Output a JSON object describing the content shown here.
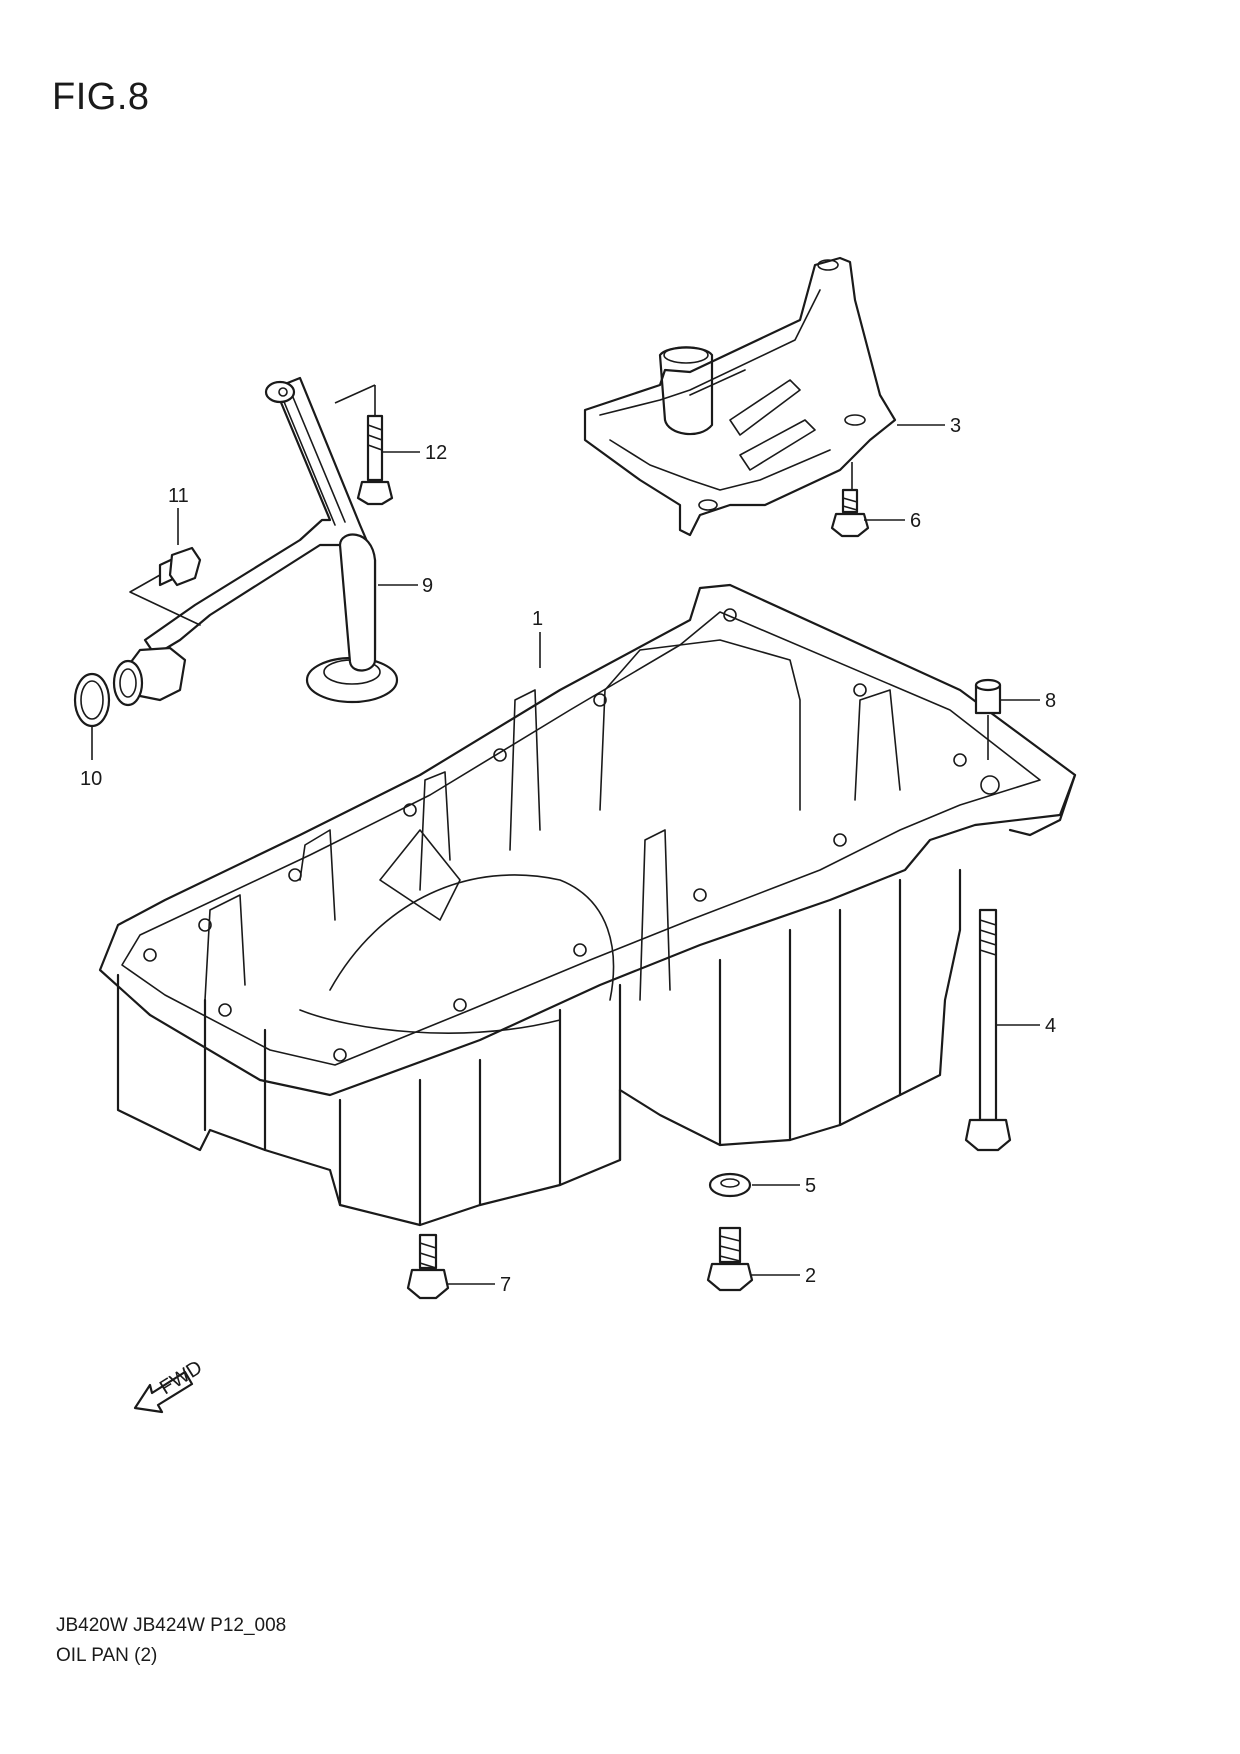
{
  "figure": {
    "title": "FIG.8"
  },
  "footer": {
    "code": "JB420W JB424W P12_008",
    "name": "OIL PAN (2)"
  },
  "callouts": [
    "1",
    "2",
    "3",
    "4",
    "5",
    "6",
    "7",
    "8",
    "9",
    "10",
    "11",
    "12"
  ],
  "fwd_label": "FWD"
}
